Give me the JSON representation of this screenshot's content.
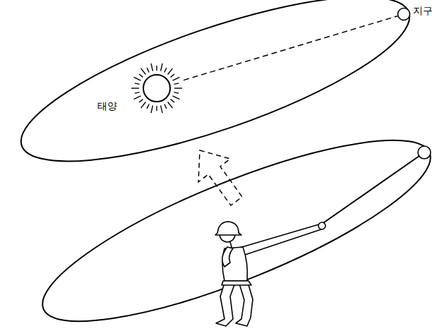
{
  "diagram": {
    "nodes": [
      {
        "text": [
          "지구"
        ]
      },
      {
        "text": [
          "태양"
        ]
      }
    ],
    "edges": [
      {
        "from": 1,
        "to": 0,
        "arrow": "none"
      }
    ]
  }
}
